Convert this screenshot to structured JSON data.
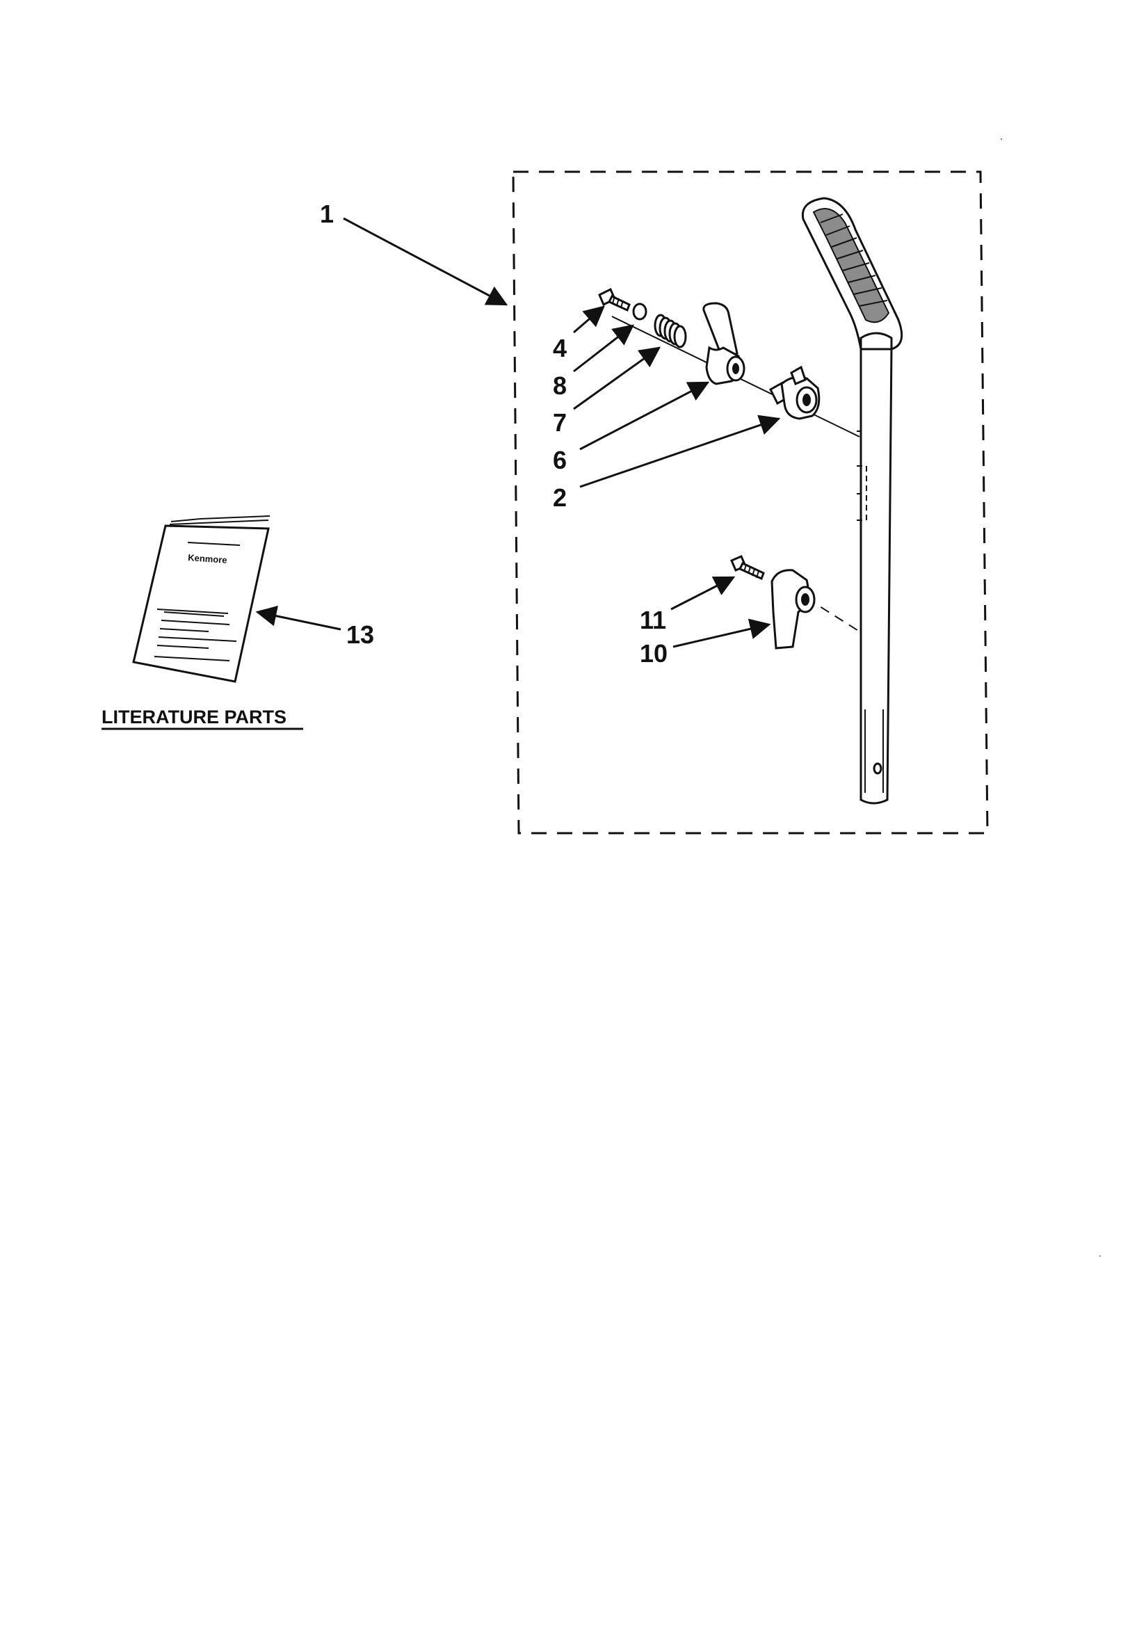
{
  "callouts": {
    "c1": "1",
    "c4": "4",
    "c8": "8",
    "c7": "7",
    "c6": "6",
    "c2": "2",
    "c11": "11",
    "c10": "10",
    "c13": "13"
  },
  "literature": {
    "label": "LITERATURE PARTS",
    "booklet_brand": "Kenmore"
  }
}
